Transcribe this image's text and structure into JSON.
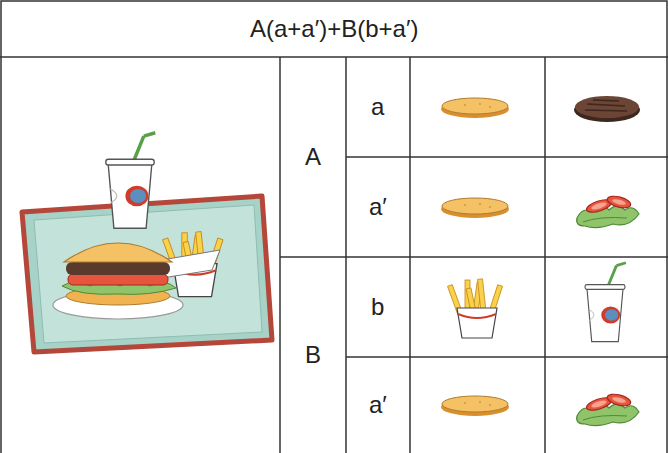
{
  "diagram": {
    "title": "A(a+a′)+B(b+a′)",
    "labels": [
      "A",
      "a",
      "a′",
      "B",
      "b",
      "a′"
    ]
  }
}
